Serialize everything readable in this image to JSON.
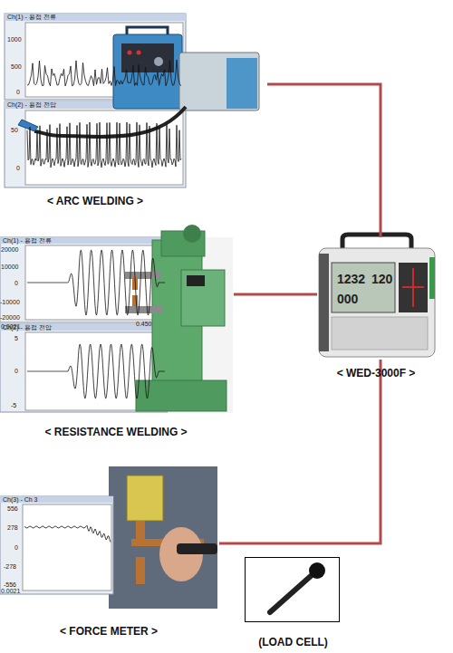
{
  "diagram": {
    "nodes": [
      {
        "text": [
          "< ARC WELDING >"
        ]
      },
      {
        "text": [
          "< RESISTANCE WELDING >"
        ]
      },
      {
        "text": [
          "< WED-3000F >"
        ]
      },
      {
        "text": [
          "< FORCE METER >"
        ]
      },
      {
        "text": [
          "(LOAD CELL)"
        ]
      }
    ],
    "edges": [
      {
        "from": 0,
        "to": 2,
        "arrow": "none"
      },
      {
        "from": 1,
        "to": 2,
        "arrow": "none"
      },
      {
        "from": 2,
        "to": 3,
        "arrow": "none"
      }
    ],
    "labels": [
      "Ch(1) - 용접 전류",
      "1000",
      "500",
      "0",
      "Ch(2) - 용접 전압",
      "50",
      "0",
      "Ch(1) - 용접 전류",
      "20000",
      "10000",
      "0",
      "-10000",
      "-20000",
      "0.0021",
      "0.450",
      "Ch(2) - 용접 전압",
      "5",
      "0",
      "-5",
      "1232",
      "120",
      "000",
      "Ch(3) - Ch 3",
      "556",
      "278",
      "0",
      "-278",
      "-556",
      "0.0021"
    ]
  }
}
